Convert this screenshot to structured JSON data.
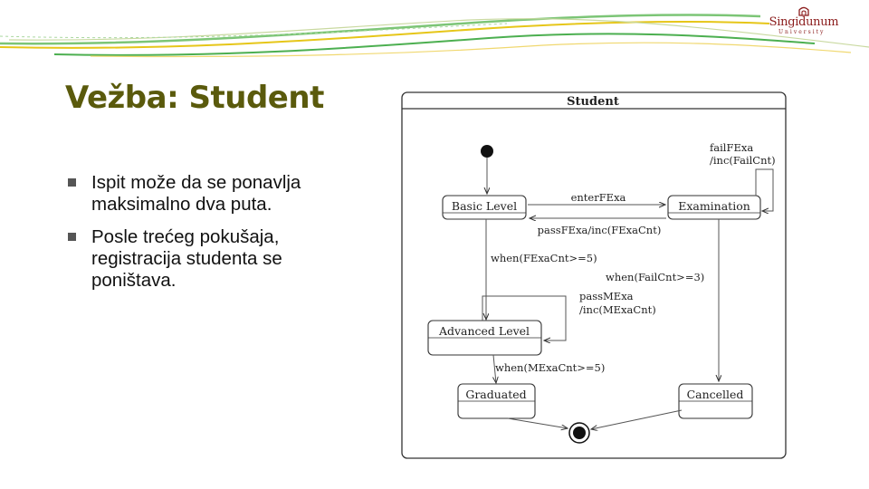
{
  "slide": {
    "title": "Vežba: Student",
    "bullets": [
      "Ispit može da se ponavlja maksimalno dva puta.",
      "Posle trećeg pokušaja, registracija studenta se poništava."
    ]
  },
  "logo": {
    "name": "Singidunum",
    "subtitle": "University"
  },
  "colors": {
    "title": "#5a5a0c",
    "logo": "#8b1c1c",
    "deco_green": "#4caf50",
    "deco_yellow": "#e6c619"
  },
  "diagram": {
    "title": "Student",
    "states": {
      "basic": "Basic Level",
      "examination": "Examination",
      "advanced": "Advanced Level",
      "graduated": "Graduated",
      "cancelled": "Cancelled"
    },
    "transitions": {
      "enter_fexa": "enterFExa",
      "pass_fexa": "passFExa/inc(FExaCnt)",
      "fail_fexa_1": "failFExa",
      "fail_fexa_2": "/inc(FailCnt)",
      "when_fexa": "when(FExaCnt>=5)",
      "when_failcnt": "when(FailCnt>=3)",
      "pass_mexa_1": "passMExa",
      "pass_mexa_2": "/inc(MExaCnt)",
      "when_mexa": "when(MExaCnt>=5)"
    }
  }
}
